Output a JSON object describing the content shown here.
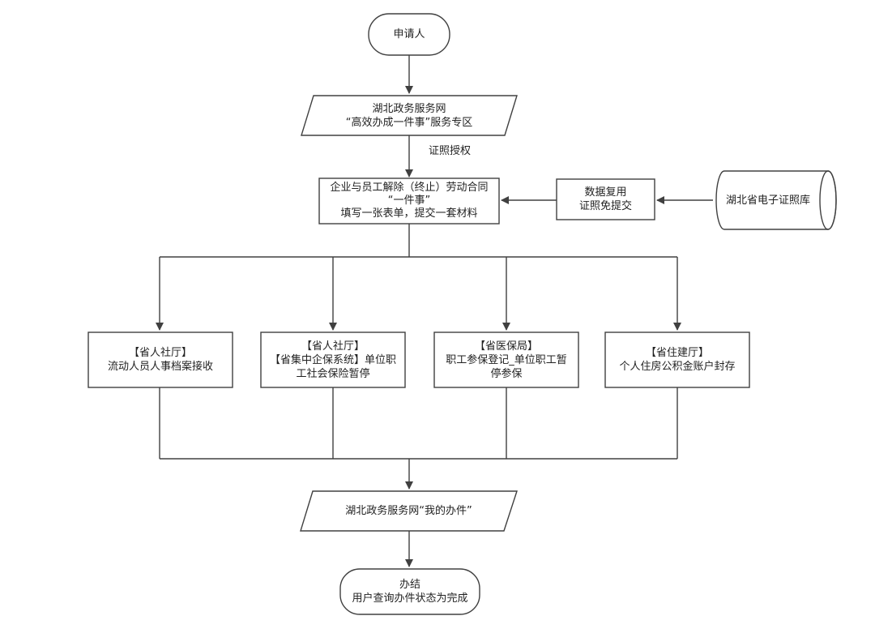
{
  "nodes": {
    "applicant": {
      "line1": "申请人"
    },
    "portal": {
      "line1": "湖北政务服务网",
      "line2": "“高效办成一件事”服务专区"
    },
    "auth_label": "证照授权",
    "form": {
      "line1": "企业与员工解除（终止）劳动合同",
      "line2": "“一件事”",
      "line3": "填写一张表单，提交一套材料"
    },
    "reuse": {
      "line1": "数据复用",
      "line2": "证照免提交"
    },
    "license_db": {
      "line1": "湖北省电子证照库"
    },
    "dept1": {
      "line1": "【省人社厅】",
      "line2": "流动人员人事档案接收"
    },
    "dept2": {
      "line1": "【省人社厅】",
      "line2": "【省集中企保系统】单位职",
      "line3": "工社会保险暂停"
    },
    "dept3": {
      "line1": "【省医保局】",
      "line2": "职工参保登记_单位职工暂",
      "line3": "停参保"
    },
    "dept4": {
      "line1": "【省住建厅】",
      "line2": "个人住房公积金账户封存"
    },
    "my_items": {
      "line1": "湖北政务服务网“我的办件”"
    },
    "done": {
      "line1": "办结",
      "line2": "用户查询办件状态为完成"
    }
  },
  "colors": {
    "stroke": "#404040",
    "fill": "#ffffff",
    "text": "#222222"
  }
}
